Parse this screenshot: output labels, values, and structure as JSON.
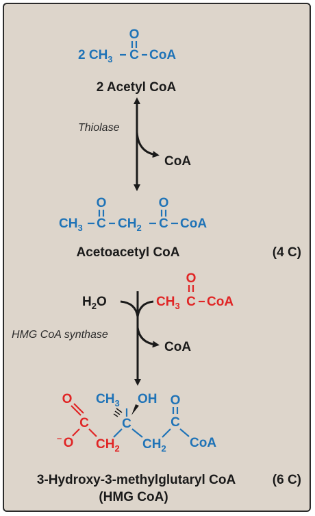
{
  "step1": {
    "reactant": {
      "coeff": "2 CH",
      "sub": "3",
      "c": "C",
      "o": "O",
      "coa": "CoA"
    },
    "reactant_name": "2 Acetyl CoA",
    "enzyme": "Thiolase",
    "byproduct": "CoA"
  },
  "step2": {
    "product": {
      "ch": "CH",
      "sub3": "3",
      "c1": "C",
      "ch2": "CH",
      "sub2": "2",
      "c2": "C",
      "o": "O",
      "coa": "CoA"
    },
    "product_name": "Acetoacetyl CoA",
    "carbon_count": "(4 C)"
  },
  "step3": {
    "water": {
      "h": "H",
      "sub": "2",
      "o": "O"
    },
    "acetyl": {
      "ch": "CH",
      "sub": "3",
      "c": "C",
      "o": "O",
      "coa": "CoA"
    },
    "enzyme": "HMG CoA synthase",
    "byproduct": "CoA"
  },
  "hmg": {
    "o_top": "O",
    "o_minus": "O",
    "minus": "–",
    "c_left": "C",
    "ch2_left": "CH",
    "sub2": "2",
    "ch3": "CH",
    "sub3": "3",
    "oh": "OH",
    "c_center": "C",
    "ch2_right": "CH",
    "c_right": "C",
    "o_right": "O",
    "coa": "CoA",
    "name": "3-Hydroxy-3-methylglutaryl CoA",
    "abbrev": "(HMG CoA)",
    "carbon_count": "(6 C)"
  },
  "colors": {
    "blue": "#1f73b7",
    "red": "#e02525",
    "background": "#ddd5cb"
  }
}
